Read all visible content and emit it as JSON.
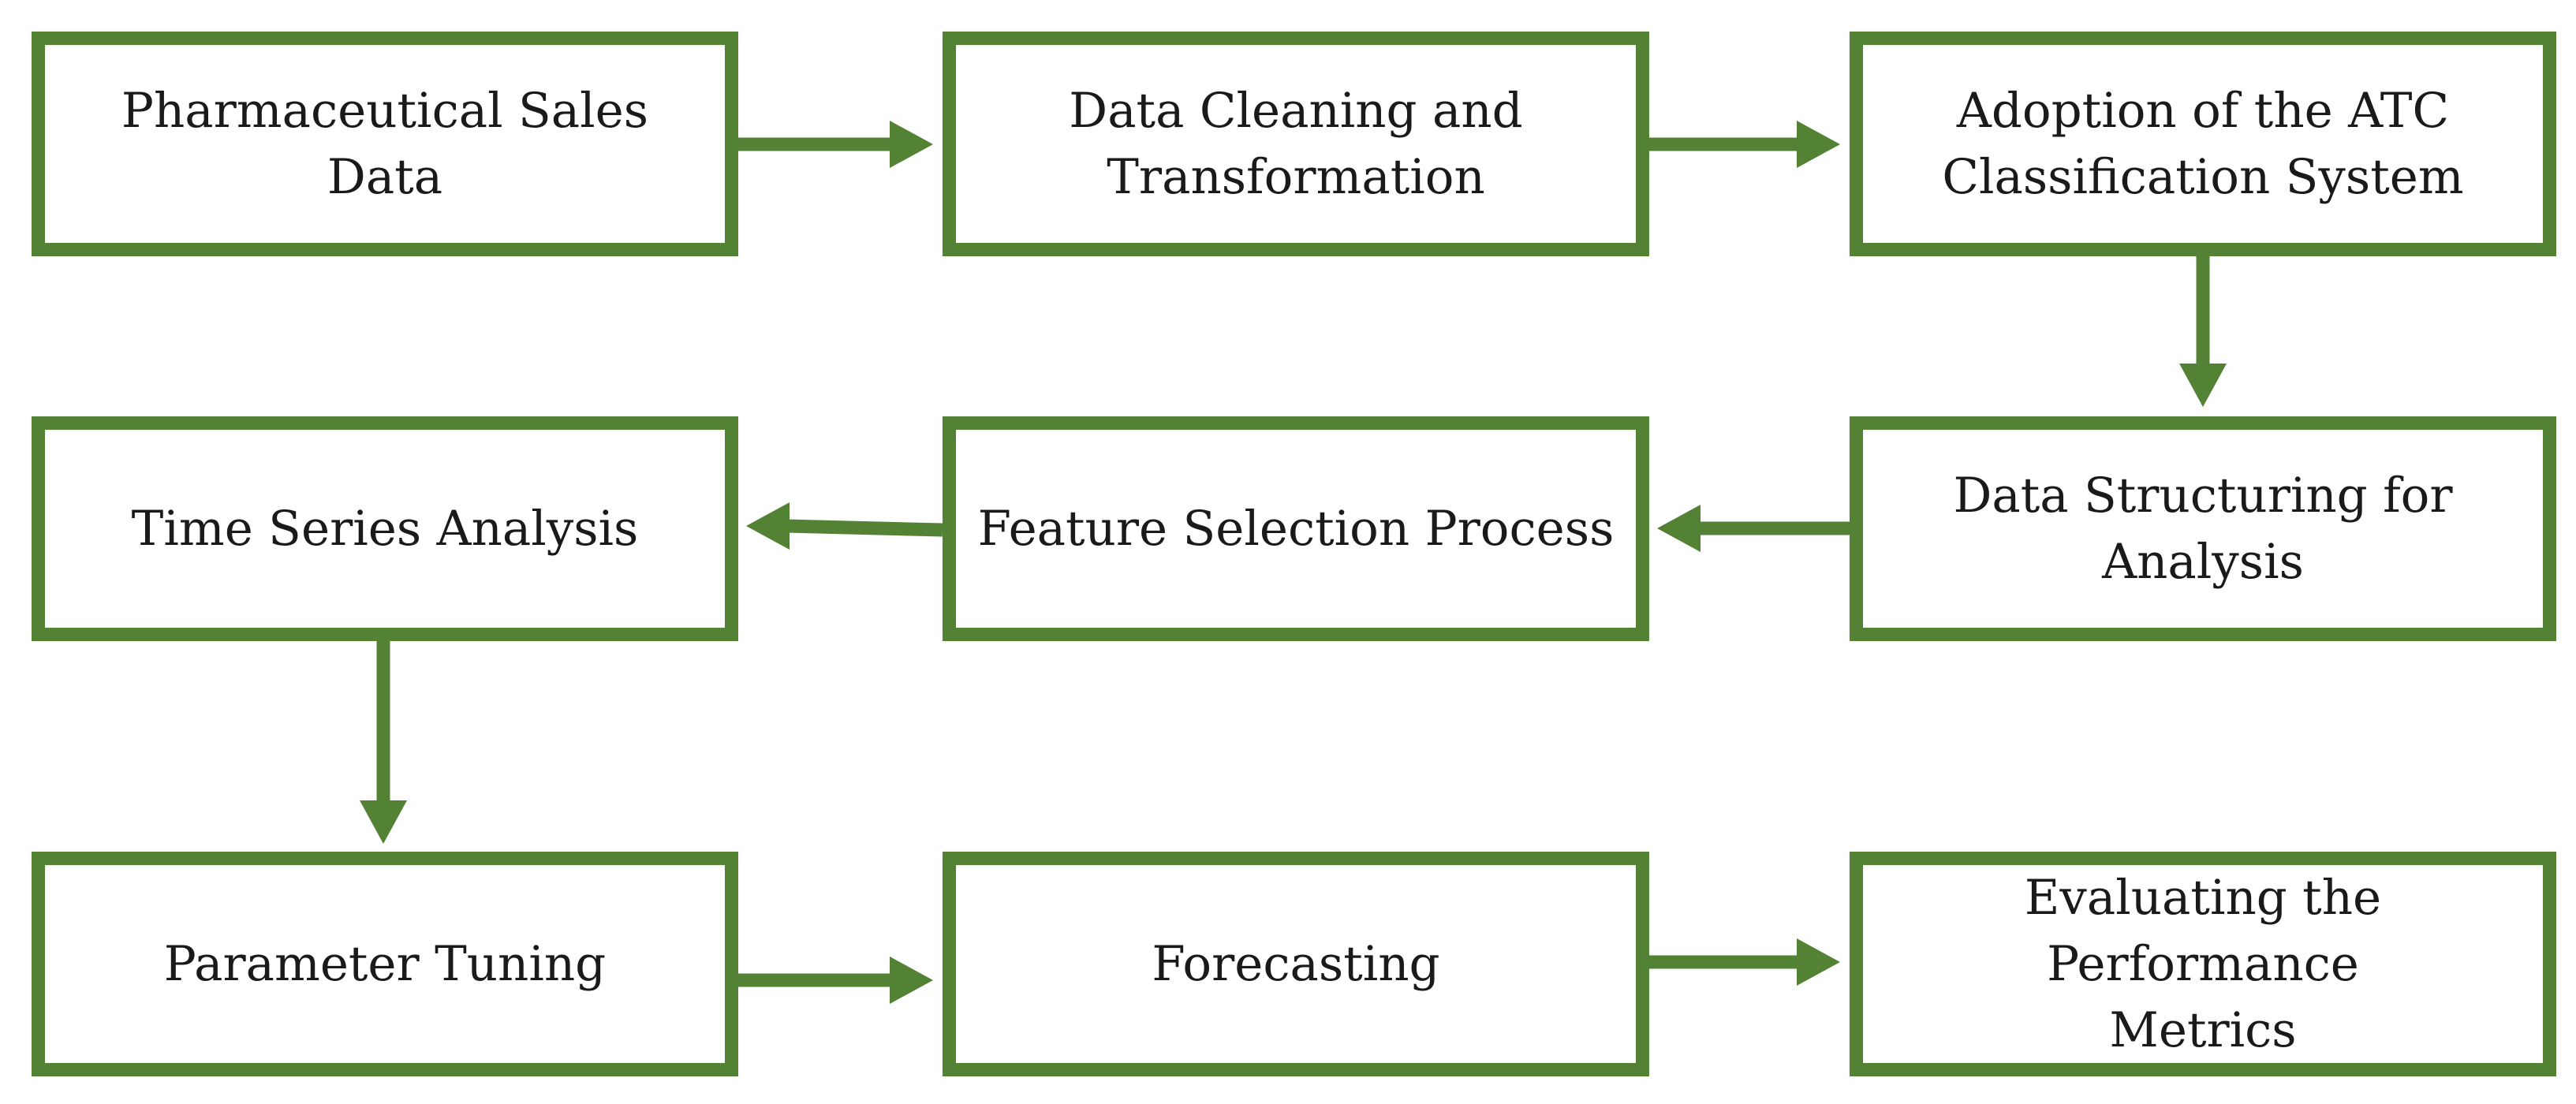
{
  "colors": {
    "accent": "#548235"
  },
  "boxes": {
    "pharmaceutical_sales_data": "Pharmaceutical Sales\nData",
    "data_cleaning": "Data Cleaning and\nTransformation",
    "atc_adoption": "Adoption of the ATC\nClassification System",
    "time_series": "Time Series Analysis",
    "feature_selection": "Feature Selection Process",
    "data_structuring": "Data Structuring for\nAnalysis",
    "parameter_tuning": "Parameter Tuning",
    "forecasting": "Forecasting",
    "evaluating": "Evaluating the Performance\nMetrics"
  }
}
